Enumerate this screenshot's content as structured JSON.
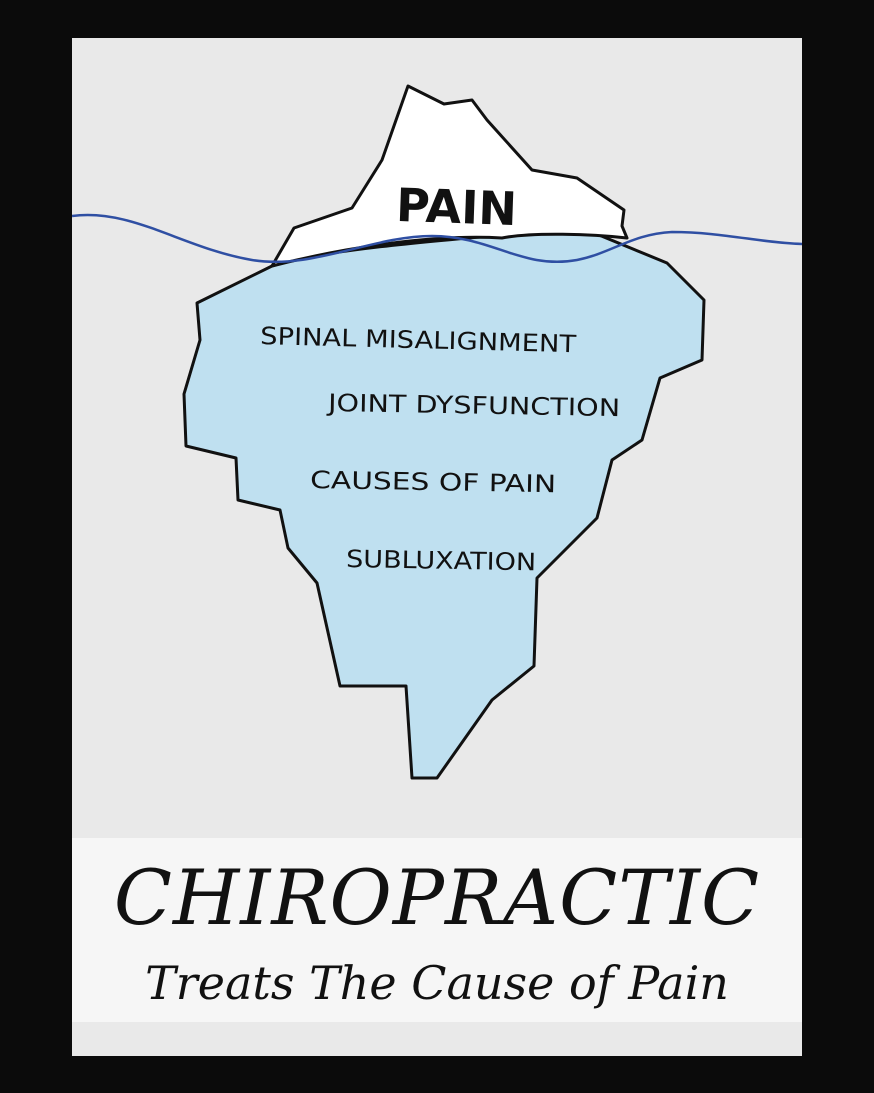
{
  "diagram": {
    "tip_label": "PAIN",
    "hidden_causes": [
      "SPINAL MISALIGNMENT",
      "JOINT DYSFUNCTION",
      "CAUSES OF PAIN",
      "SUBLUXATION"
    ],
    "colors": {
      "ice_tip": "#ffffff",
      "ice_underwater": "#bfe0f0",
      "outline": "#111111",
      "waterline": "#2f4fa3",
      "background": "#e9e9e9"
    }
  },
  "caption": {
    "headline": "CHIROPRACTIC",
    "tagline": "Treats The Cause of Pain"
  }
}
